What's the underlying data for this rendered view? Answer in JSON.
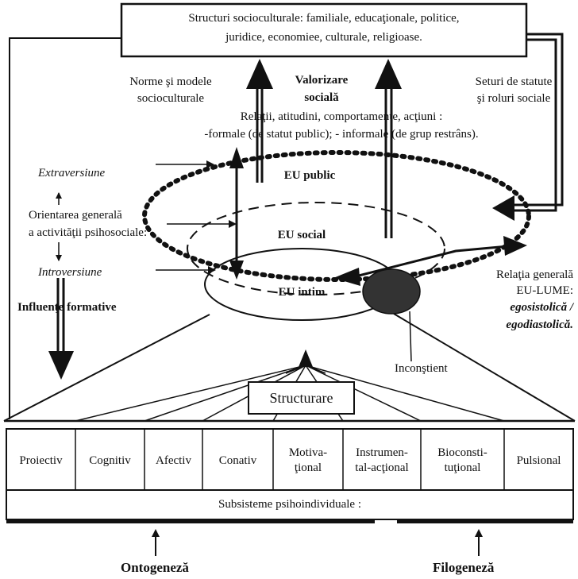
{
  "top_box": {
    "line1": "Structuri socioculturale: familiale, educaţionale, politice,",
    "line2": "juridice, economiee, culturale, religioase."
  },
  "left_top": {
    "line1": "Norme  şi modele",
    "line2": "socioculturale"
  },
  "center_top": {
    "line1": "Valorizare",
    "line2": "socială"
  },
  "right_top": {
    "line1": "Seturi de statute",
    "line2": "şi roluri sociale"
  },
  "relations": {
    "line1": "Relaţii, atitudini, comportamente, acţiuni :",
    "line2": "-formale (de statut public);  - informale (de grup restrâns)."
  },
  "left_side": {
    "extraversion": "Extraversiune",
    "orientation_line1": "Orientarea generală",
    "orientation_line2": "a activităţii psihosociale:",
    "introversion": "Introversiune",
    "influences": "Influenţe  formative"
  },
  "ellipses": {
    "public": "EU  public",
    "social": "EU  social",
    "intim": "EU  intim"
  },
  "right_side": {
    "line1": "Relaţia generală",
    "line2": "EU-LUME:",
    "line3": "egosistolică /",
    "line4": "egodiastolică."
  },
  "unconscious": "Inconştient",
  "structuring": "Structurare",
  "subsystems": [
    {
      "line1": "Proiectiv",
      "line2": ""
    },
    {
      "line1": "Cognitiv",
      "line2": ""
    },
    {
      "line1": "Afectiv",
      "line2": ""
    },
    {
      "line1": "Conativ",
      "line2": ""
    },
    {
      "line1": "Motiva-",
      "line2": "ţional"
    },
    {
      "line1": "Instrumen-",
      "line2": "tal-acţional"
    },
    {
      "line1": "Bioconsti-",
      "line2": "tuţional"
    },
    {
      "line1": "Pulsional",
      "line2": ""
    }
  ],
  "subsystems_label": "Subsisteme psihoindividuale :",
  "ontogenesis": "Ontogeneză",
  "phylogenesis": "Filogeneză"
}
